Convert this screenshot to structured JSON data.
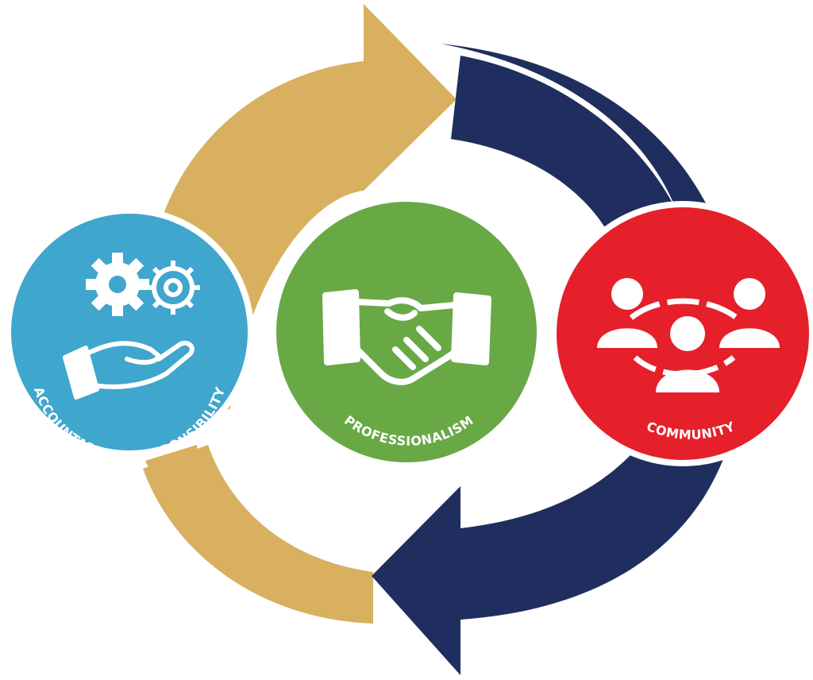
{
  "diagram": {
    "nodes": [
      {
        "id": "accountability",
        "label": "ACCOUNTABILITY/RESPONSIBILITY",
        "icon": "gears-in-hand-icon",
        "color": "#3fa6cd"
      },
      {
        "id": "professionalism",
        "label": "PROFESSIONALISM",
        "icon": "handshake-icon",
        "color": "#68a946"
      },
      {
        "id": "community",
        "label": "COMMUNITY",
        "icon": "people-group-icon",
        "color": "#e5202a"
      }
    ],
    "arrows": [
      {
        "id": "gold-arrow",
        "color": "#d8b05f",
        "direction": "clockwise"
      },
      {
        "id": "navy-arrow",
        "color": "#1f2e5e",
        "direction": "clockwise"
      }
    ]
  }
}
